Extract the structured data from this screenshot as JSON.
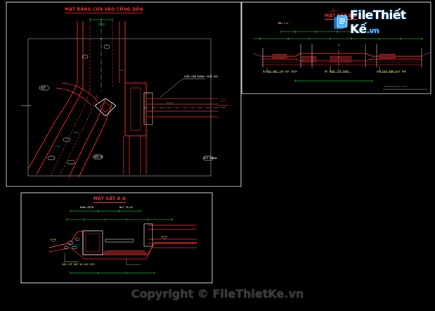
{
  "drawing": {
    "plan_title": "MẶT BẰNG CỬA VÀO CỐNG DẪN",
    "section_b_title": "MẶT CẮT B-B",
    "section_a_title": "MẶT CẮT A-A",
    "sheet_code": "~~~~~~~~~~ ~~~",
    "labels": {
      "road_label": "CỐNG DẪN ĐƯỜNG HIỆN HỮU",
      "left_area": "ĐẤT",
      "right_area": "MẶT ĐƯỜNG",
      "bottom_area": "HẺM BỜ",
      "note_1": "ĐÁ HỘC MÁC 150 DÀY 30CM",
      "note_2": "VỮA LÓT MÁC 50 DÀY 5CM",
      "note_3": "BÊ TÔNG CỐT THÉP",
      "note_4": "ĐẤT ĐẮP ĐẦM CHẶT K95",
      "dim_1": "Mái 1:1",
      "dim_2": "RÃNH BIÊN",
      "dim_3": "MÁI TALUY"
    },
    "colors": {
      "background": "#000000",
      "red_lines": "#ff2a2a",
      "white_lines": "#ffffff",
      "yellow_text": "#ffff44",
      "cyan_dims": "#00d5ff",
      "green_dims": "#22ff44",
      "magenta": "#ff44ff"
    }
  },
  "watermark": {
    "logo_main": "FileThiết Kế",
    "logo_tld": ".vn",
    "copyright": "Copyright © FileThietKe.vn"
  }
}
